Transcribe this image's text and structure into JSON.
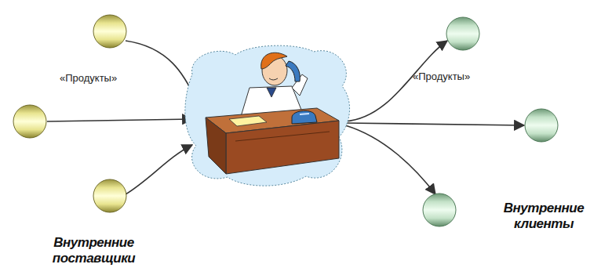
{
  "diagram": {
    "labels": [
      "«Продукты»",
      "«Продукты»",
      "Внутренние поставщики",
      "Внутренние клиенты"
    ]
  }
}
